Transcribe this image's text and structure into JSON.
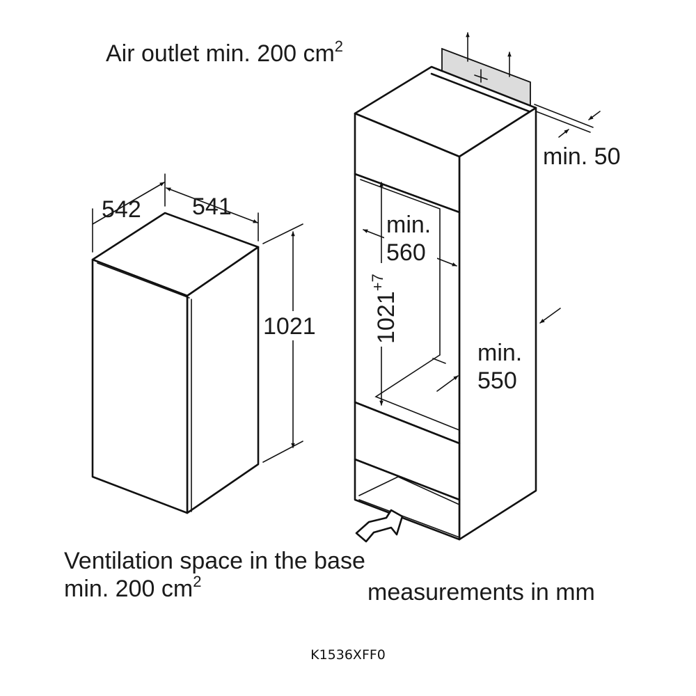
{
  "labels": {
    "air_outlet": "Air outlet min. 200 cm",
    "air_outlet_sup": "2",
    "ventilation_line1": "Ventilation space in the base",
    "ventilation_line2": "min. 200 cm",
    "ventilation_sup": "2",
    "measurements": "measurements in mm",
    "model_code": "K1536XFF0"
  },
  "appliance": {
    "depth": "542",
    "width": "541",
    "height": "1021"
  },
  "niche": {
    "height": "1021",
    "height_tolerance": "+7",
    "width_line1": "min.",
    "width_line2": "560",
    "depth_line1": "min.",
    "depth_line2": "550",
    "gap": "min. 50"
  },
  "colors": {
    "line": "#111111",
    "grille": "#dcdcdc",
    "background": "#ffffff"
  }
}
